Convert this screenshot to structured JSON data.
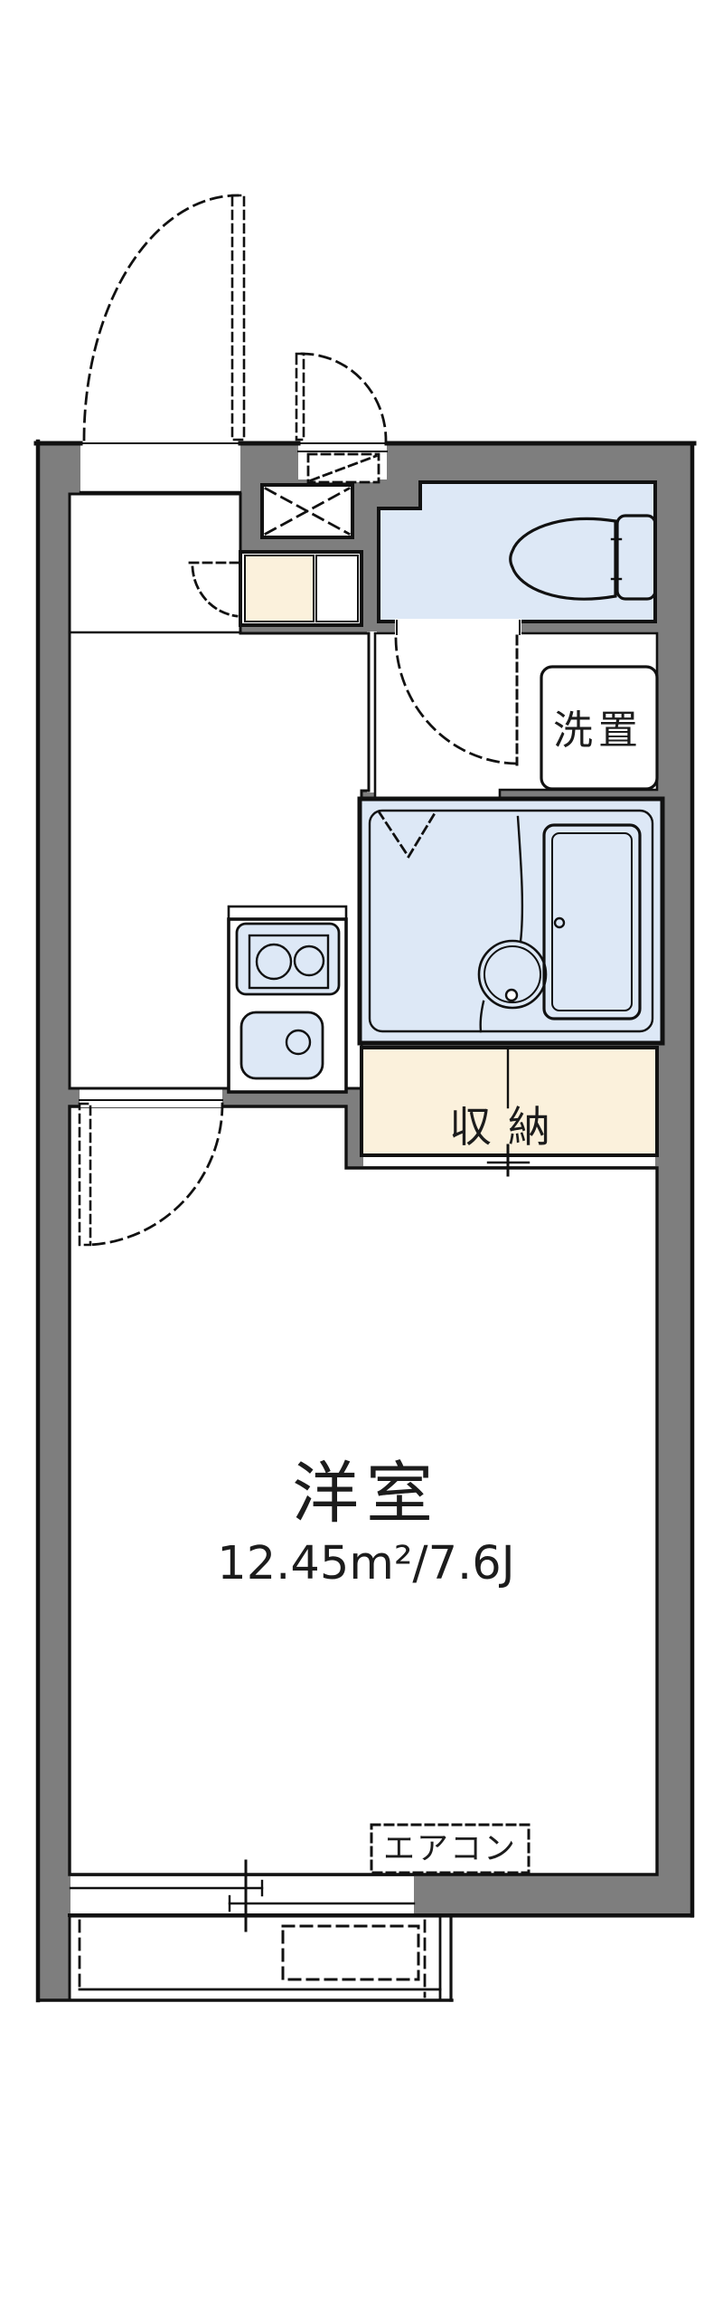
{
  "plan": {
    "labels": {
      "laundry": "洗置",
      "storage": "収納",
      "main_room": "洋室",
      "main_room_size": "12.45m²/7.6J",
      "air_conditioner": "エアコン"
    },
    "colors": {
      "wall": "#7e7e7e",
      "wet_area": "#dde8f6",
      "storage": "#fbf1dc",
      "line": "#111111",
      "background": "#ffffff"
    }
  }
}
